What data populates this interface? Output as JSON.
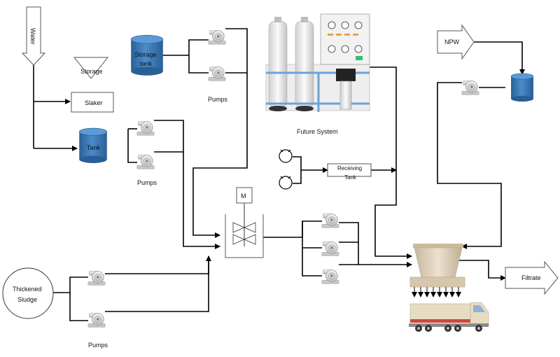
{
  "labels": {
    "water": "Water",
    "storage": "Storage",
    "slaker": "Slaker",
    "tank": "Tank",
    "storage_tank_line1": "Storage",
    "storage_tank_line2": "tank",
    "pumps_top": "Pumps",
    "pumps_mid": "Pumps",
    "pumps_bottom": "Pumps",
    "future_system": "Future System",
    "receiving_tank_line1": "Receiving",
    "receiving_tank_line2": "Tank",
    "mixer_motor": "M",
    "npw": "NPW",
    "filtrate": "Filtrate",
    "thickened_sludge_line1": "Thickened",
    "thickened_sludge_line2": "Sludge"
  },
  "colors": {
    "tank_blue": "#3d7fbf",
    "tank_blue_dark": "#2a5f96",
    "pump_gray": "#d9d9d9",
    "line": "#000000",
    "hopper_tan": "#d8c9b2",
    "truck_cream": "#e6dcc2"
  },
  "icons": [
    "pump-icon",
    "tank-icon",
    "mixer-icon",
    "hopper-icon",
    "truck-icon",
    "filter-system-icon",
    "blower-icon",
    "arrow-icon"
  ]
}
